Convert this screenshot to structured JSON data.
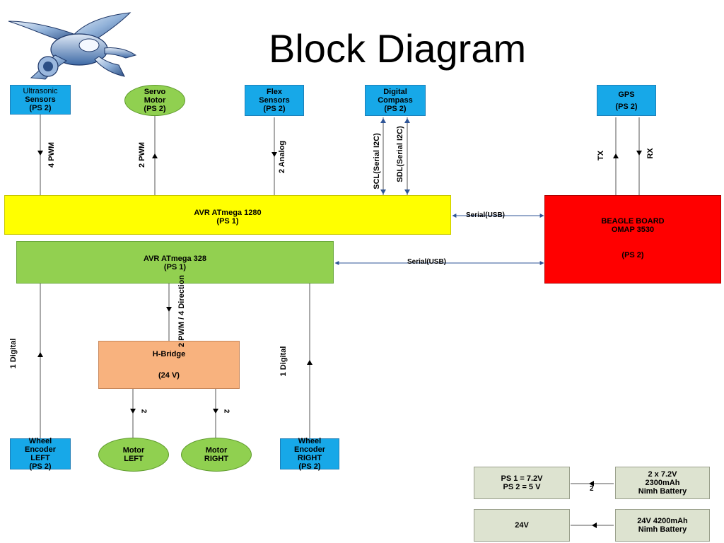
{
  "title": "Block Diagram",
  "colors": {
    "sensor_blue": "#17a8e8",
    "oval_green": "#90d050",
    "avr1280_yellow": "#ffff00",
    "avr328_green": "#92d050",
    "beagle_red": "#ff0000",
    "hbridge_orange": "#f8b27e",
    "power_grey": "#dde3d0"
  },
  "nodes": {
    "ultrasonic": [
      "Ultrasonic",
      "Sensors",
      "(PS 2)"
    ],
    "servo": [
      "Servo",
      "Motor",
      "(PS 2)"
    ],
    "flex": [
      "Flex",
      "Sensors",
      "(PS 2)"
    ],
    "compass": [
      "Digital",
      "Compass",
      "(PS 2)"
    ],
    "gps": [
      "GPS",
      "(PS 2)"
    ],
    "avr1280": [
      "AVR ATmega 1280",
      "(PS 1)"
    ],
    "beagle": [
      "BEAGLE BOARD",
      "OMAP 3530",
      "(PS 2)"
    ],
    "avr328": [
      "AVR ATmega 328",
      "(PS 1)"
    ],
    "hbridge": [
      "H-Bridge",
      "(24 V)"
    ],
    "enc_left": [
      "Wheel",
      "Encoder",
      "LEFT",
      "(PS 2)"
    ],
    "motor_left": [
      "Motor",
      "LEFT"
    ],
    "motor_right": [
      "Motor",
      "RIGHT"
    ],
    "enc_right": [
      "Wheel",
      "Encoder",
      "RIGHT",
      "(PS 2)"
    ],
    "ps": [
      "PS 1 = 7.2V",
      "PS 2 = 5 V"
    ],
    "battery1": [
      "2 x 7.2V",
      "2300mAh",
      "Nimh Battery"
    ],
    "v24": [
      "24V"
    ],
    "battery2": [
      "24V 4200mAh",
      "Nimh Battery"
    ]
  },
  "edge_labels": {
    "ultrasonic_pwm": "4 PWM",
    "servo_pwm": "2 PWM",
    "flex_analog": "2 Analog",
    "scl": "SCL(Serial I2C)",
    "sdl": "SDL(Serial I2C)",
    "tx": "TX",
    "rx": "RX",
    "serial_usb_1": "Serial(USB)",
    "serial_usb_2": "Serial(USB)",
    "pwm_direction": "2 PWM / 4 Direction",
    "digital_left": "1 Digital",
    "digital_right": "1 Digital",
    "motor_left_2": "2",
    "motor_right_2": "2",
    "battery_2": "2"
  }
}
